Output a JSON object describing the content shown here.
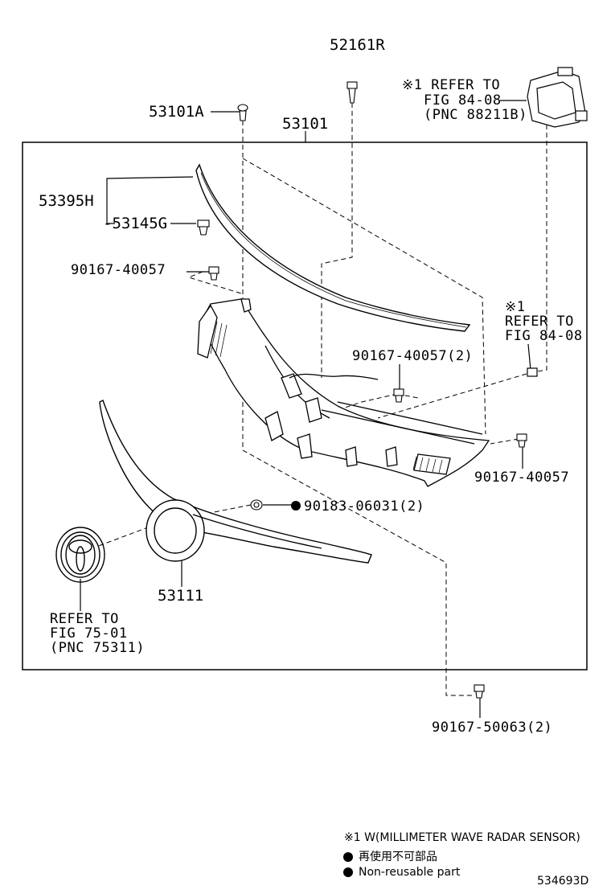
{
  "parts": {
    "p52161R": "52161R",
    "p53101A": "53101A",
    "p53101": "53101",
    "p53395H": "53395H",
    "p53145G": "-53145G",
    "p90167_40057_a": "90167-40057",
    "p90167_40057_2": "90167-40057(2)",
    "p90167_40057_b": "90167-40057",
    "p90183": "90183-06031(2)",
    "p53111": "53111",
    "p90167_50063": "90167-50063(2)"
  },
  "references": {
    "radar_ref": {
      "line1": "※1 REFER TO",
      "line2": "FIG 84-08",
      "line3": "(PNC 88211B)"
    },
    "bracket_ref": {
      "line1": "※1",
      "line2": "REFER TO",
      "line3": "FIG 84-08"
    },
    "emblem_ref": {
      "line1": "REFER TO",
      "line2": "FIG 75-01",
      "line3": "(PNC 75311)"
    }
  },
  "legend": {
    "note1": "※1 W(MILLIMETER WAVE RADAR SENSOR)",
    "note2": "再使用不可部品",
    "note3": "Non-reusable part"
  },
  "diagram_id": "534693D"
}
